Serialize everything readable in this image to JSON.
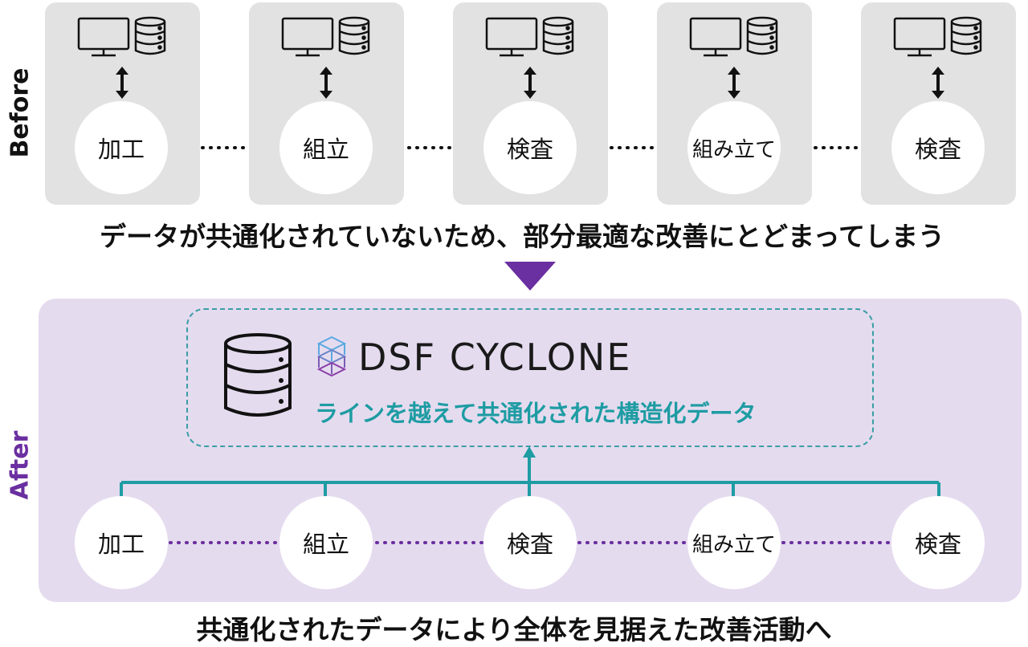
{
  "before": {
    "label": "Before",
    "steps": [
      "加工",
      "組立",
      "検査",
      "組み立て",
      "検査"
    ],
    "caption": "データが共通化されていないため、部分最適な改善にとどまってしまう"
  },
  "after": {
    "label": "After",
    "brand": "DSF CYCLONE",
    "subtitle": "ラインを越えて共通化された構造化データ",
    "steps": [
      "加工",
      "組立",
      "検査",
      "組み立て",
      "検査"
    ],
    "caption": "共通化されたデータにより全体を見据えた改善活動へ"
  },
  "colors": {
    "before_panel": "#e2e2e2",
    "after_background": "#e5dbef",
    "teal": "#1e9ca3",
    "purple": "#6a2fa0",
    "after_label": "#6a2fa0"
  },
  "icons": [
    "monitor-icon",
    "database-icon",
    "double-arrow-icon",
    "down-triangle-icon",
    "dsf-cyclone-logo-icon"
  ]
}
